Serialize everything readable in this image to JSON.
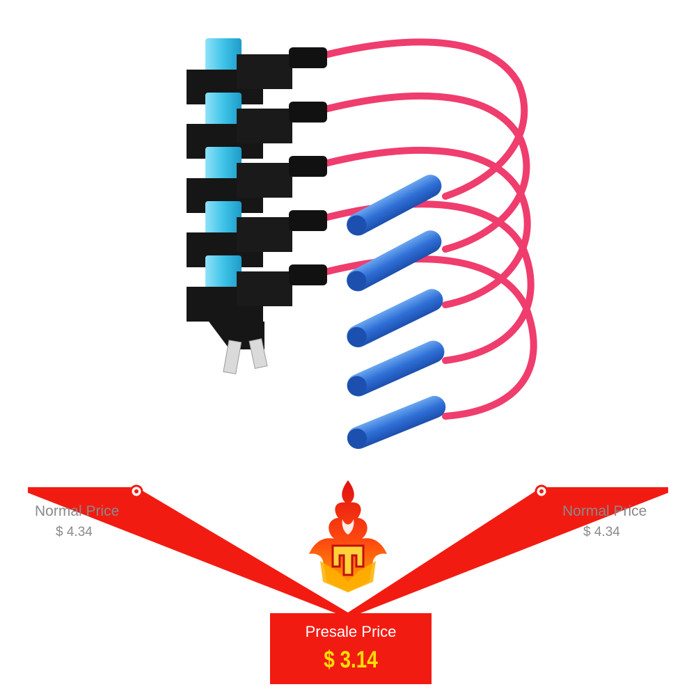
{
  "left_price": {
    "label": "Normal Price",
    "value": "$ 4.34"
  },
  "right_price": {
    "label": "Normal Price",
    "value": "$ 4.34"
  },
  "presale": {
    "label": "Presale Price",
    "value": "$ 3.14"
  },
  "colors": {
    "accent_red": "#f21b12",
    "presale_value": "#ffe000",
    "label_gray": "#8a8a8a",
    "wire_pink": "#ef3d6d",
    "fuse_blue": "#3fc3e8",
    "connector_blue": "#2f6fd6"
  },
  "icons": [
    "fuse-tap-product-image",
    "flame-logo-icon",
    "line-node-icon"
  ]
}
